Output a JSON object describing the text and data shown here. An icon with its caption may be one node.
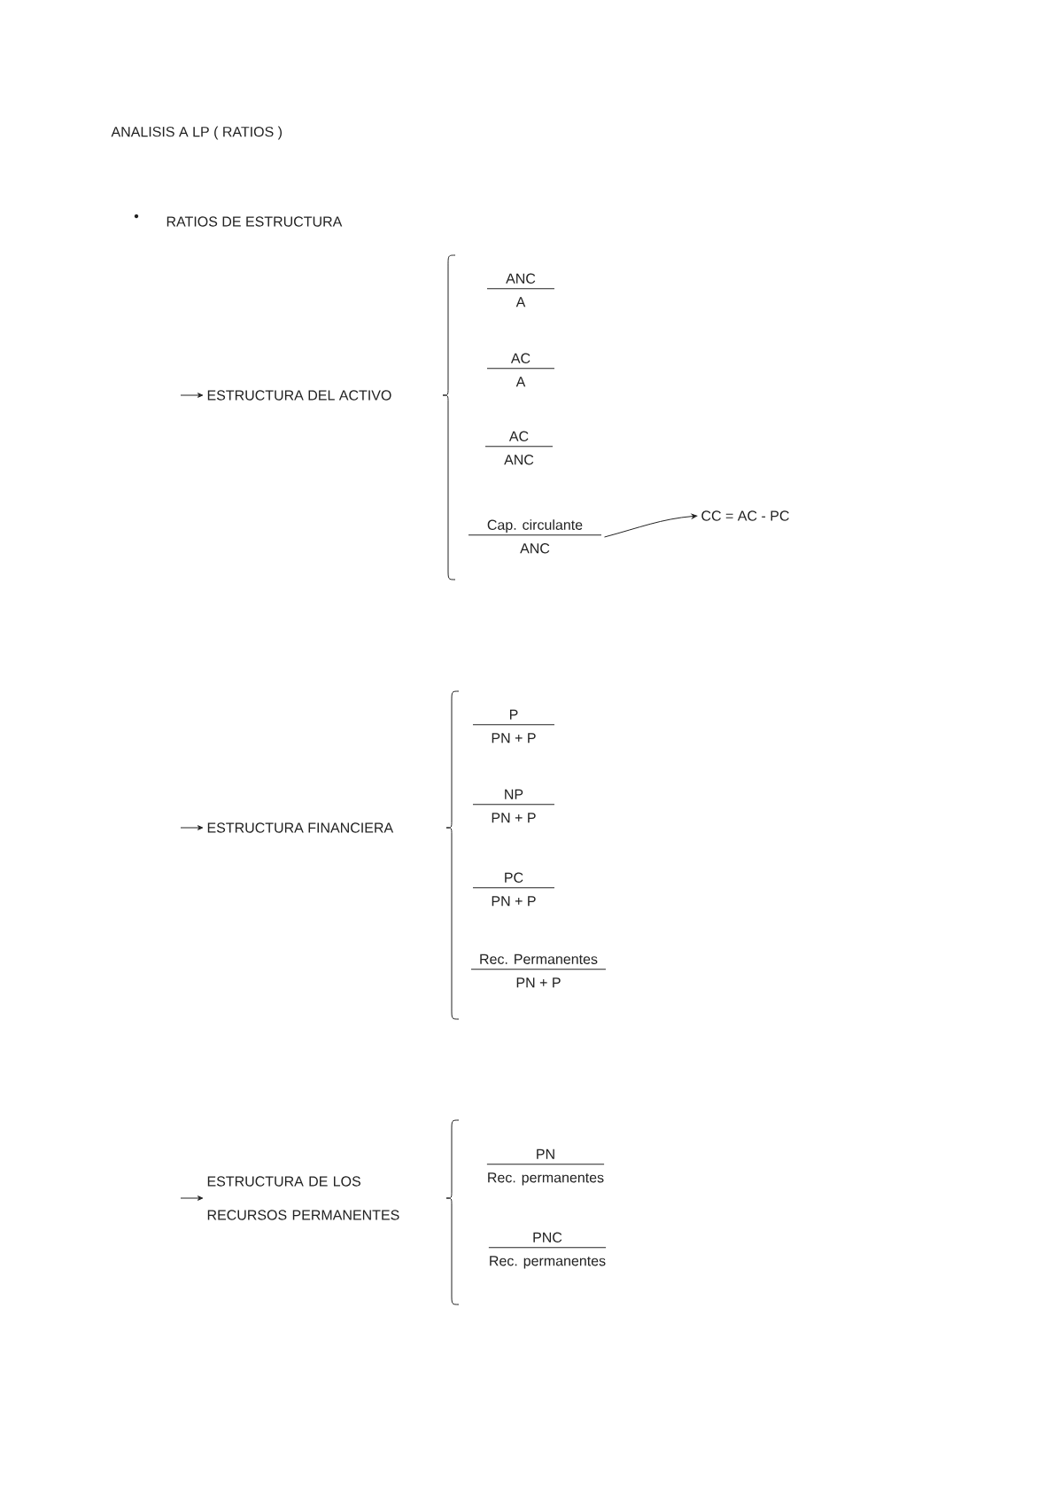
{
  "diagram": {
    "title": "ANALISIS A LP ( RATIOS )",
    "nodes": [
      {
        "text": [
          "ESTRUCTURA DEL ACTIVO"
        ]
      },
      {
        "text": [
          "ANC",
          "A"
        ]
      },
      {
        "text": [
          "AC",
          "A"
        ]
      },
      {
        "text": [
          "AC",
          "ANC"
        ]
      },
      {
        "text": [
          "Cap. circulante",
          "ANC"
        ]
      },
      {
        "text": [
          "CC = AC - PC"
        ]
      },
      {
        "text": [
          "ESTRUCTURA FINANCIERA"
        ]
      },
      {
        "text": [
          "P",
          "PN + P"
        ]
      },
      {
        "text": [
          "NP",
          "PN + P"
        ]
      },
      {
        "text": [
          "PC",
          "PN + P"
        ]
      },
      {
        "text": [
          "Rec. Permanentes",
          "PN + P"
        ]
      },
      {
        "text": [
          "ESTRUCTURA DE LOS RECURSOS PERMANENTES"
        ]
      },
      {
        "text": [
          "PN",
          "Rec. permanentes"
        ]
      },
      {
        "text": [
          "PNC",
          "Rec. permanentes"
        ]
      }
    ],
    "edges": [
      {
        "from": null,
        "to": 0,
        "arrow": "to"
      },
      {
        "from": 4,
        "to": 5,
        "arrow": "to"
      },
      {
        "from": null,
        "to": 6,
        "arrow": "to"
      },
      {
        "from": null,
        "to": 11,
        "arrow": "to"
      }
    ],
    "labels": [
      "RATIOS DE ESTRUCTURA"
    ]
  }
}
